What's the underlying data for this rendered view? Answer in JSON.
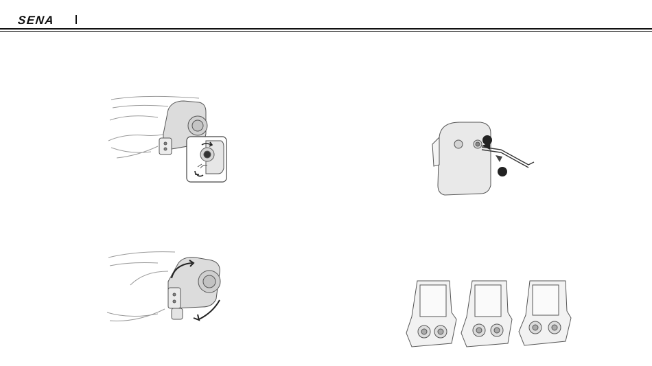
{
  "header": {
    "brand": "SENA"
  },
  "figures": [
    {
      "id": "remove-unit",
      "callouts": []
    },
    {
      "id": "rotate-unit",
      "callouts": []
    },
    {
      "id": "clamp-wrench",
      "callouts": [
        "",
        ""
      ]
    },
    {
      "id": "clamp-variants",
      "callouts": []
    }
  ]
}
